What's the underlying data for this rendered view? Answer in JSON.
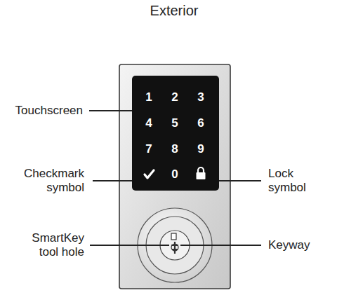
{
  "diagram": {
    "title": "Exterior",
    "nodes": [
      {
        "text": [
          "1",
          "2",
          "3",
          "4",
          "5",
          "6",
          "7",
          "8",
          "9",
          "0"
        ]
      }
    ],
    "labels": [
      "Touchscreen",
      "Checkmark symbol",
      "Lock symbol",
      "SmartKey tool hole",
      "Keyway"
    ]
  }
}
